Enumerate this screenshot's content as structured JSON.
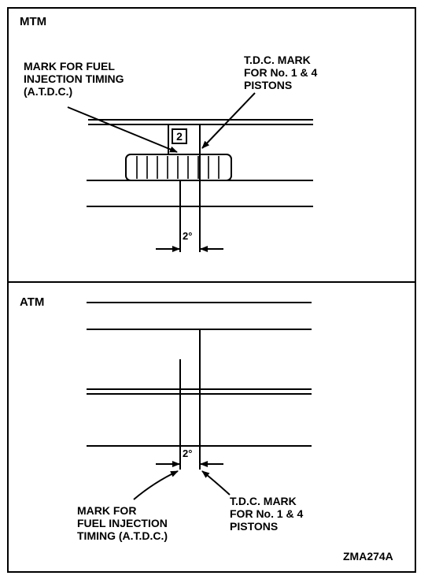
{
  "mtm": {
    "section_label": "MTM",
    "fuel_mark_label": [
      "MARK FOR FUEL",
      "INJECTION TIMING",
      "(A.T.D.C.)"
    ],
    "tdc_mark_label": [
      "T.D.C. MARK",
      "FOR No. 1 & 4",
      "PISTONS"
    ],
    "boxed_number": "2",
    "angle": "2°"
  },
  "atm": {
    "section_label": "ATM",
    "fuel_mark_label": [
      "MARK FOR",
      "FUEL INJECTION",
      "TIMING (A.T.D.C.)"
    ],
    "tdc_mark_label": [
      "T.D.C. MARK",
      "FOR No. 1 & 4",
      "PISTONS"
    ],
    "angle": "2°"
  },
  "figure_code": "ZMA274A"
}
